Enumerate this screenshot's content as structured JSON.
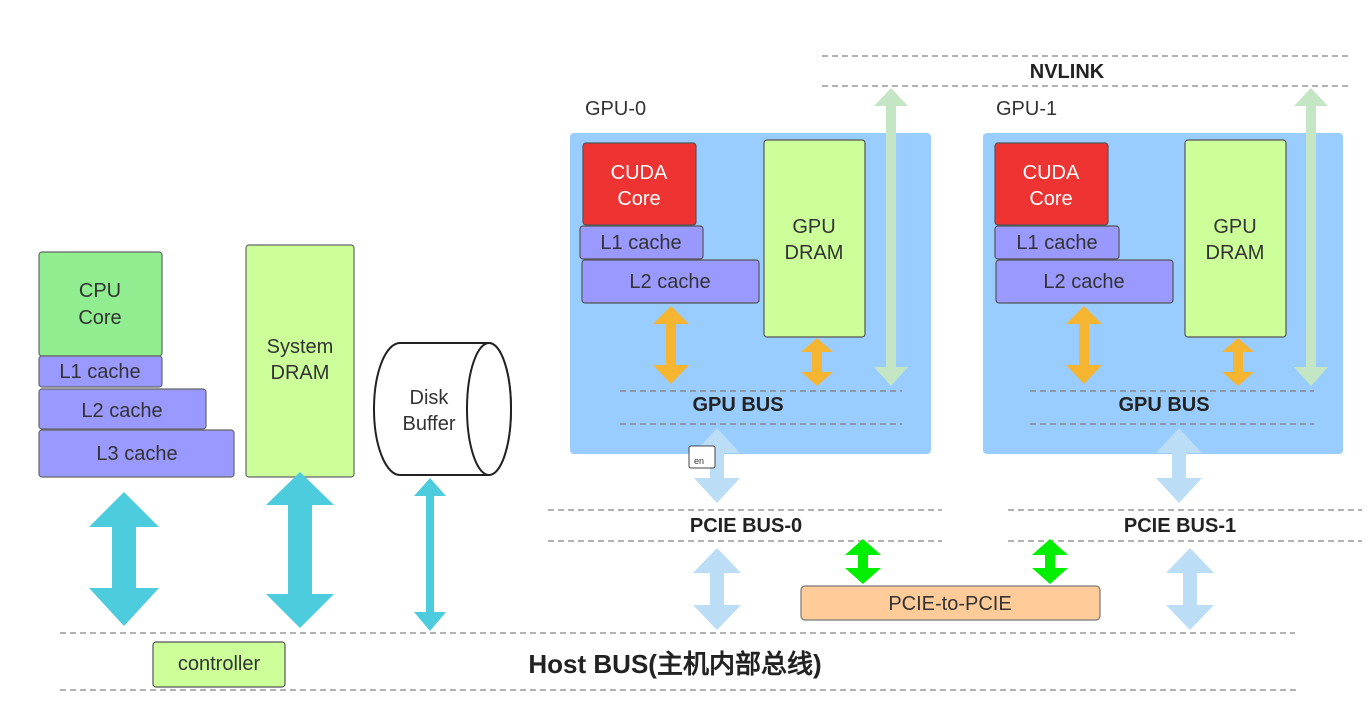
{
  "cpu": {
    "core_label_line1": "CPU",
    "core_label_line2": "Core",
    "l1": "L1 cache",
    "l2": "L2 cache",
    "l3": "L3 cache"
  },
  "system_dram": {
    "line1": "System",
    "line2": "DRAM"
  },
  "disk_buffer": {
    "line1": "Disk",
    "line2": "Buffer"
  },
  "gpus": [
    {
      "title": "GPU-0",
      "cuda_line1": "CUDA",
      "cuda_line2": "Core",
      "l1": "L1 cache",
      "l2": "L2 cache",
      "dram_line1": "GPU",
      "dram_line2": "DRAM",
      "bus": "GPU BUS"
    },
    {
      "title": "GPU-1",
      "cuda_line1": "CUDA",
      "cuda_line2": "Core",
      "l1": "L1 cache",
      "l2": "L2 cache",
      "dram_line1": "GPU",
      "dram_line2": "DRAM",
      "bus": "GPU BUS"
    }
  ],
  "nvlink": "NVLINK",
  "pcie_bus_0": "PCIE BUS-0",
  "pcie_bus_1": "PCIE BUS-1",
  "pcie_to_pcie": "PCIE-to-PCIE",
  "controller": "controller",
  "host_bus": "Host BUS(主机内部总线)",
  "ime_badge": "en",
  "colors": {
    "cpu_core": "#90EE90",
    "cache": "#9999FF",
    "dram": "#CCFF99",
    "cuda_core": "#EE3333",
    "gpu_panel": "#99CCFF",
    "pcie_to_pcie": "#FFCC99",
    "arrow_cyan": "#4DCCDD",
    "arrow_orange": "#F5B530",
    "arrow_lightblue": "#BBDDF5",
    "arrow_lightgreen": "#C4E6C4",
    "arrow_green": "#00EE00"
  }
}
